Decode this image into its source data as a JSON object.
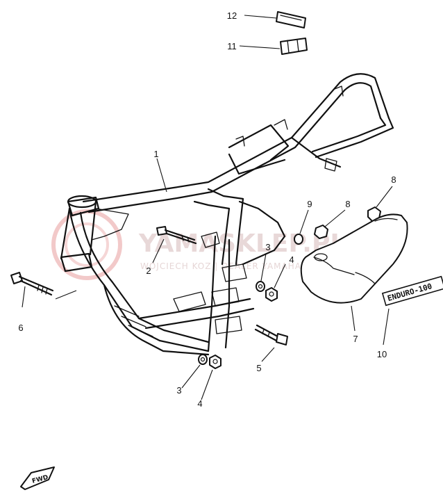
{
  "watermark": {
    "brand": "YAMASKLEP.PL",
    "subtitle": "WOJCIECH KOZ | DEALER YAMAHA"
  },
  "emblem_text": "ENDURO-100",
  "fwd_marker": "FWD",
  "callouts": [
    {
      "id": "1",
      "label": "1"
    },
    {
      "id": "2",
      "label": "2"
    },
    {
      "id": "3a",
      "label": "3"
    },
    {
      "id": "4a",
      "label": "4"
    },
    {
      "id": "5",
      "label": "5"
    },
    {
      "id": "3b",
      "label": "3"
    },
    {
      "id": "4b",
      "label": "4"
    },
    {
      "id": "6",
      "label": "6"
    },
    {
      "id": "7",
      "label": "7"
    },
    {
      "id": "8a",
      "label": "8"
    },
    {
      "id": "8b",
      "label": "8"
    },
    {
      "id": "9",
      "label": "9"
    },
    {
      "id": "10",
      "label": "10"
    },
    {
      "id": "11",
      "label": "11"
    },
    {
      "id": "12",
      "label": "12"
    }
  ]
}
